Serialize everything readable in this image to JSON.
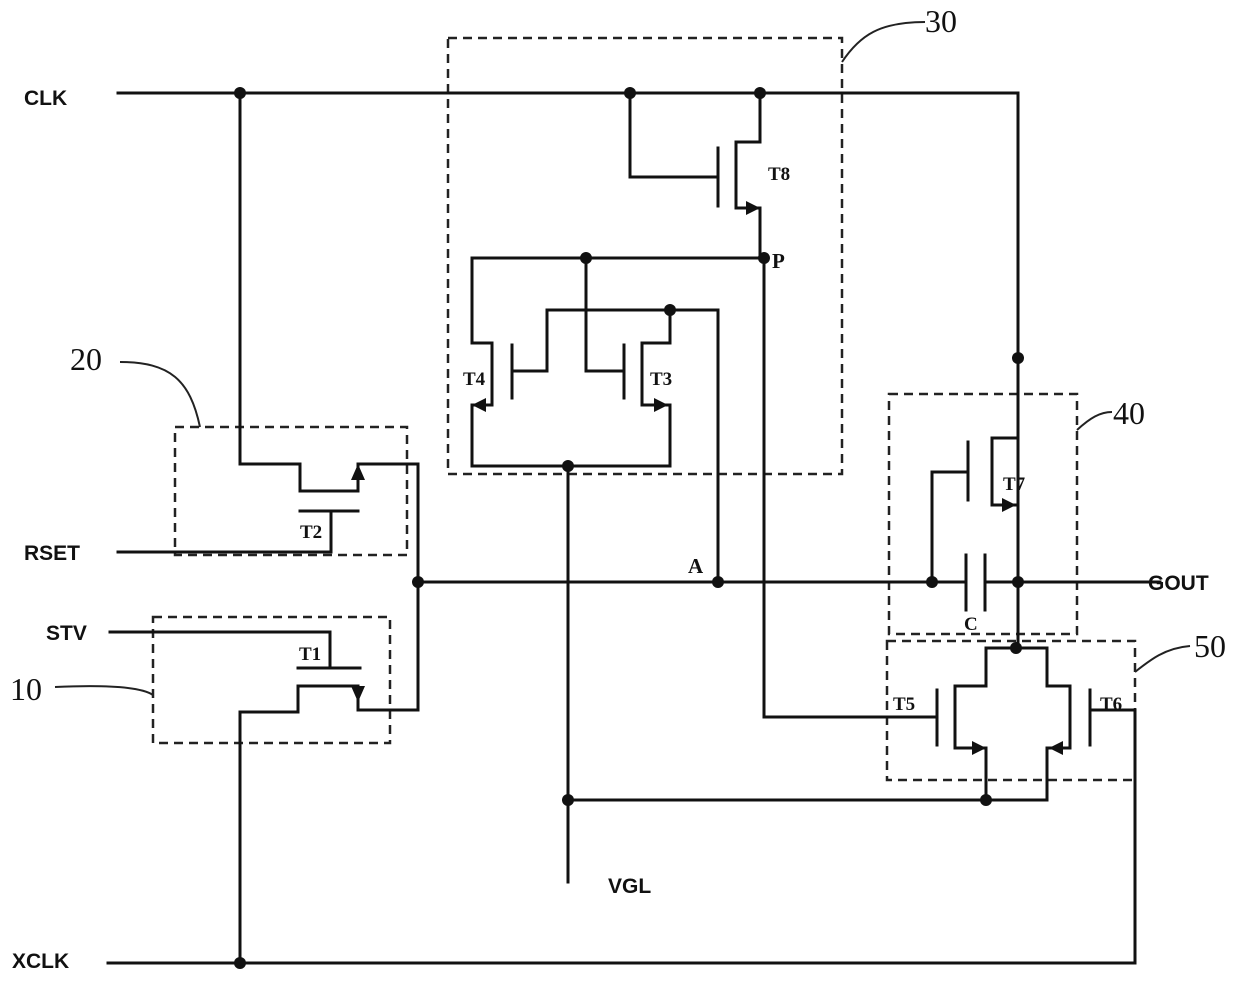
{
  "signals": {
    "clk": "CLK",
    "rset": "RSET",
    "stv": "STV",
    "xclk": "XCLK",
    "vgl": "VGL",
    "gout": "GOUT"
  },
  "nodes": {
    "p": "P",
    "a": "A"
  },
  "transistors": {
    "t1": "T1",
    "t2": "T2",
    "t3": "T3",
    "t4": "T4",
    "t5": "T5",
    "t6": "T6",
    "t7": "T7",
    "t8": "T8"
  },
  "capacitor": "C",
  "blocks": {
    "b10": "10",
    "b20": "20",
    "b30": "30",
    "b40": "40",
    "b50": "50"
  }
}
